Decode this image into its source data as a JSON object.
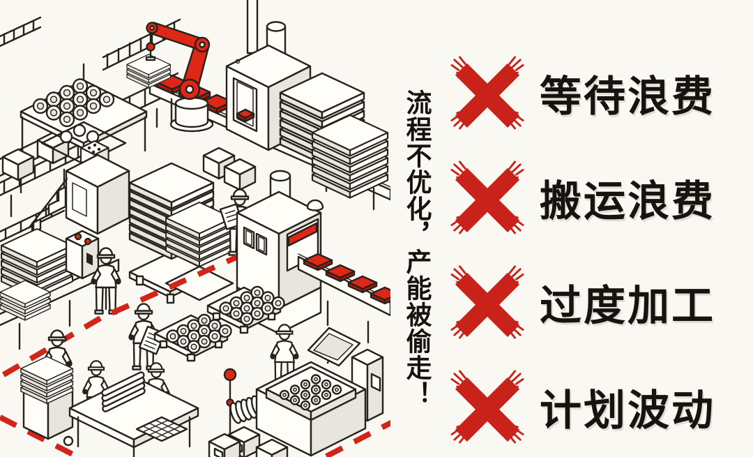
{
  "page": {
    "background_color": "#faf8f2",
    "line_color": "#26221c",
    "accent_red": "#d2251a"
  },
  "headline": {
    "text": "流程不优化，产能被偷走！"
  },
  "waste_list": {
    "items": [
      {
        "icon": "red-brush-x",
        "label": "等待浪费"
      },
      {
        "icon": "red-brush-x",
        "label": "搬运浪费"
      },
      {
        "icon": "red-brush-x",
        "label": "过度加工"
      },
      {
        "icon": "red-brush-x",
        "label": "计划波动"
      }
    ]
  },
  "illustration": {
    "name": "isometric-factory-line-art",
    "elements": [
      "robot-arm",
      "conveyor-belts",
      "furnace-machines",
      "pallet-sheet-stacks",
      "cans-pallets",
      "workers",
      "assembly-table",
      "red-dashed-route"
    ]
  }
}
